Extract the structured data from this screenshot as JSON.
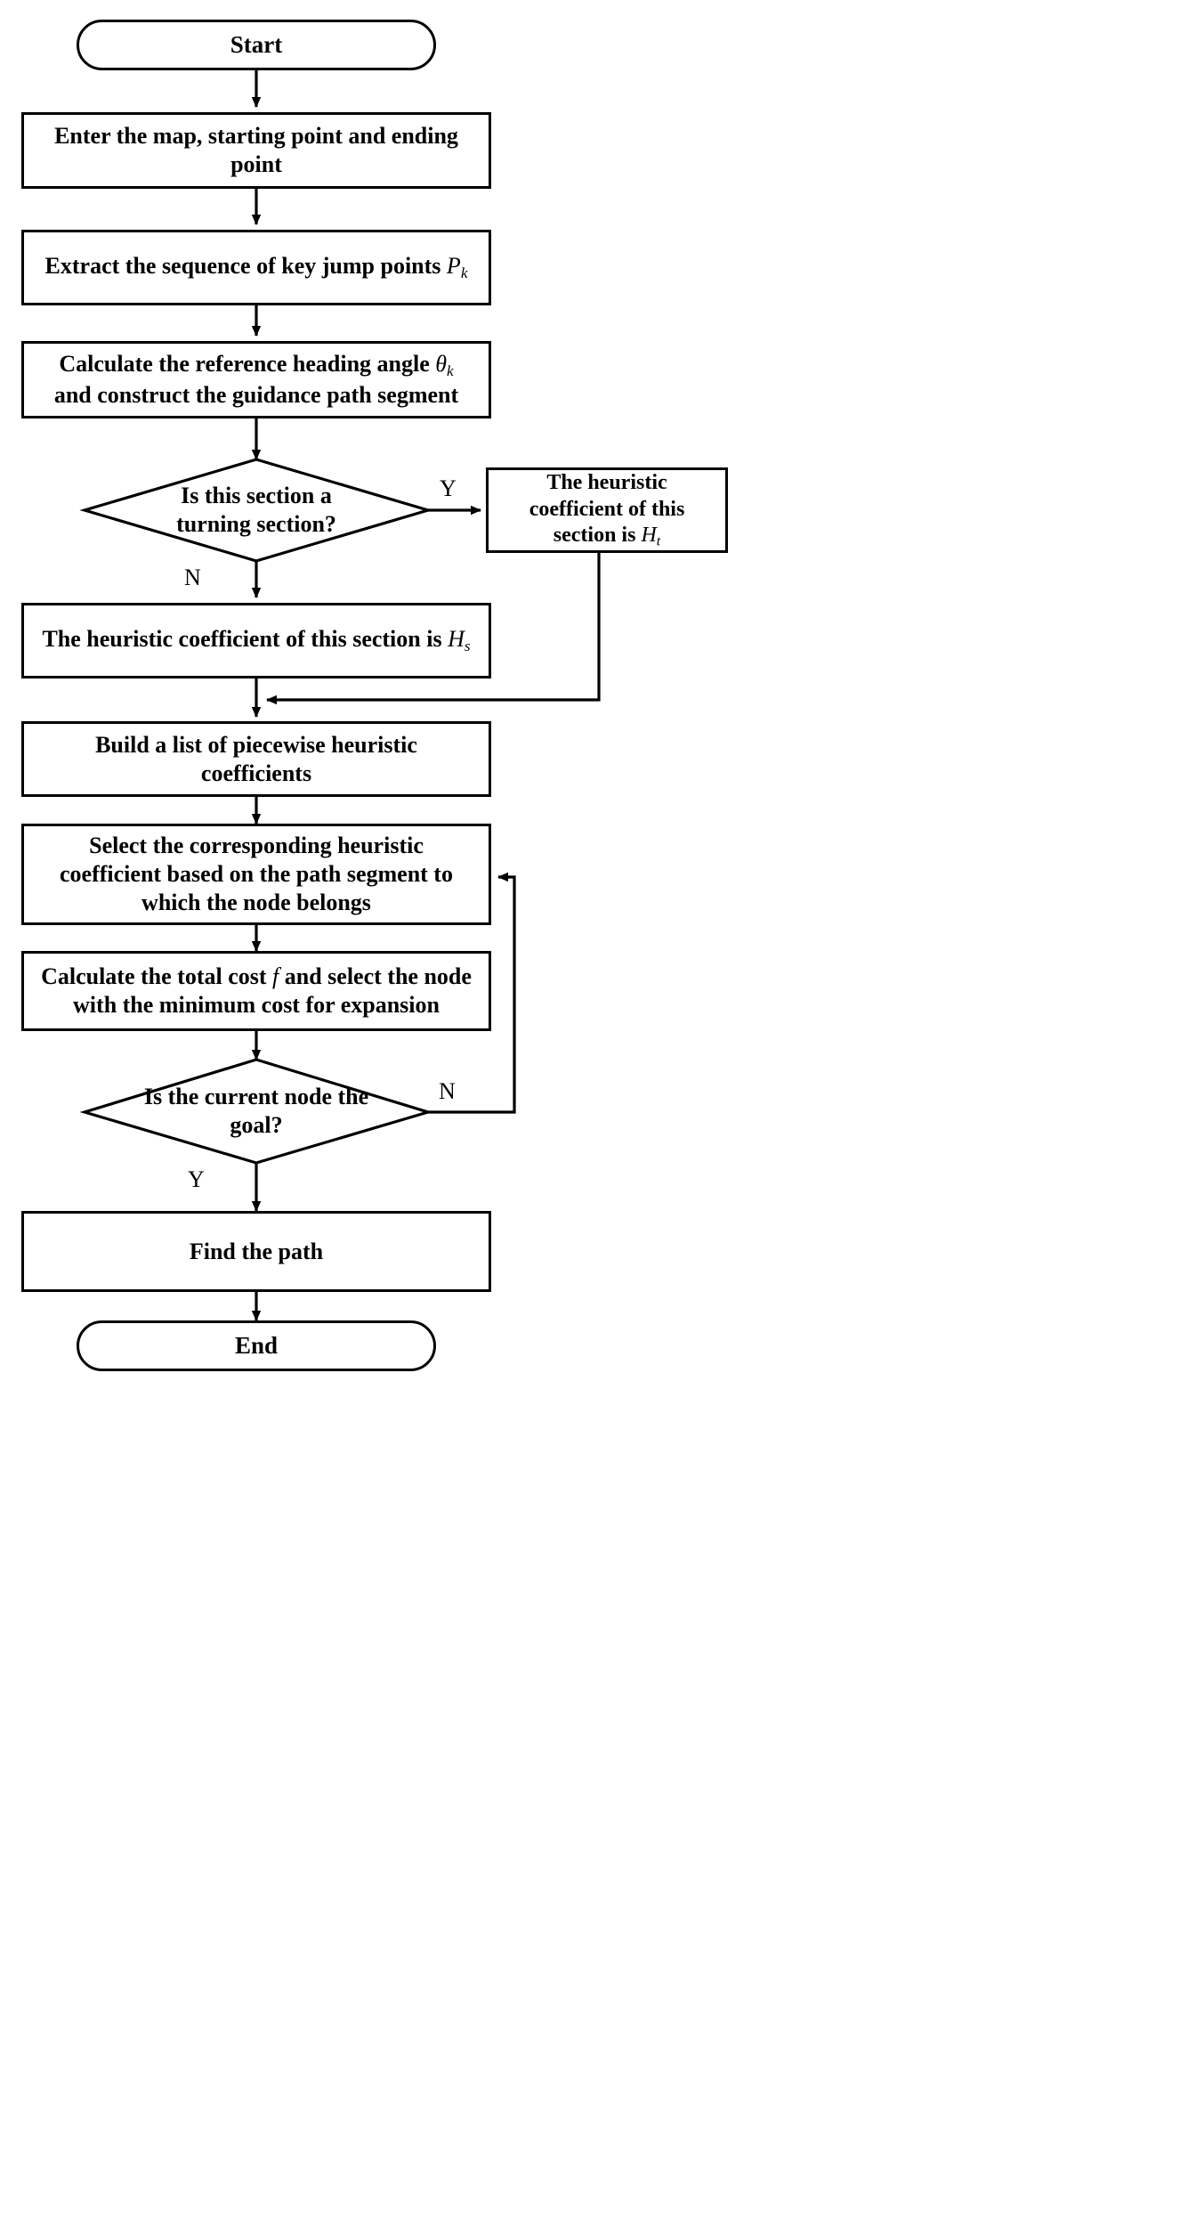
{
  "diagram": {
    "type": "flowchart",
    "title": "Piecewise heuristic A* path planning flowchart",
    "orientation": "top-to-bottom",
    "stroke_color": "#000000",
    "background_color": "#ffffff",
    "nodes": [
      {
        "id": "start",
        "shape": "terminator",
        "label": "Start"
      },
      {
        "id": "enter_map",
        "shape": "process",
        "label": "Enter the map, starting point and ending point"
      },
      {
        "id": "extract",
        "shape": "process",
        "label_pre": "Extract the sequence of key jump points ",
        "symbol": "P",
        "sub": "k",
        "label_post": ""
      },
      {
        "id": "calc_angle",
        "shape": "process",
        "label_pre": "Calculate the reference heading angle ",
        "symbol": "θ",
        "sub": "k",
        "label_post": " and construct the guidance path segment"
      },
      {
        "id": "is_turning",
        "shape": "decision",
        "label": "Is this section a turning section?"
      },
      {
        "id": "ht_box",
        "shape": "process",
        "label_pre": "The heuristic coefficient of this section is  ",
        "symbol": "H",
        "sub": "t",
        "label_post": ""
      },
      {
        "id": "hs_box",
        "shape": "process",
        "label_pre": "The heuristic coefficient of this section is ",
        "symbol": "H",
        "sub": "s",
        "label_post": ""
      },
      {
        "id": "build_list",
        "shape": "process",
        "label": "Build a list of piecewise heuristic coefficients"
      },
      {
        "id": "select_coef",
        "shape": "process",
        "label": "Select the corresponding heuristic coefficient based on the path segment to which the node belongs"
      },
      {
        "id": "calc_cost",
        "shape": "process",
        "label_pre": "Calculate the total cost ",
        "symbol": "f",
        "sub": "",
        "label_post": " and select the node with the minimum cost for expansion"
      },
      {
        "id": "is_goal",
        "shape": "decision",
        "label": "Is the current node the goal?"
      },
      {
        "id": "find_path",
        "shape": "process",
        "label": "Find the path"
      },
      {
        "id": "end",
        "shape": "terminator",
        "label": "End"
      }
    ],
    "edges": [
      {
        "from": "start",
        "to": "enter_map",
        "label": ""
      },
      {
        "from": "enter_map",
        "to": "extract",
        "label": ""
      },
      {
        "from": "extract",
        "to": "calc_angle",
        "label": ""
      },
      {
        "from": "calc_angle",
        "to": "is_turning",
        "label": ""
      },
      {
        "from": "is_turning",
        "to": "ht_box",
        "label": "Y"
      },
      {
        "from": "is_turning",
        "to": "hs_box",
        "label": "N"
      },
      {
        "from": "ht_box",
        "to": "build_list",
        "label": ""
      },
      {
        "from": "hs_box",
        "to": "build_list",
        "label": ""
      },
      {
        "from": "build_list",
        "to": "select_coef",
        "label": ""
      },
      {
        "from": "select_coef",
        "to": "calc_cost",
        "label": ""
      },
      {
        "from": "calc_cost",
        "to": "is_goal",
        "label": ""
      },
      {
        "from": "is_goal",
        "to": "select_coef",
        "label": "N"
      },
      {
        "from": "is_goal",
        "to": "find_path",
        "label": "Y"
      },
      {
        "from": "find_path",
        "to": "end",
        "label": ""
      }
    ],
    "edge_labels": {
      "turning_yes": "Y",
      "turning_no": "N",
      "goal_no": "N",
      "goal_yes": "Y"
    }
  }
}
